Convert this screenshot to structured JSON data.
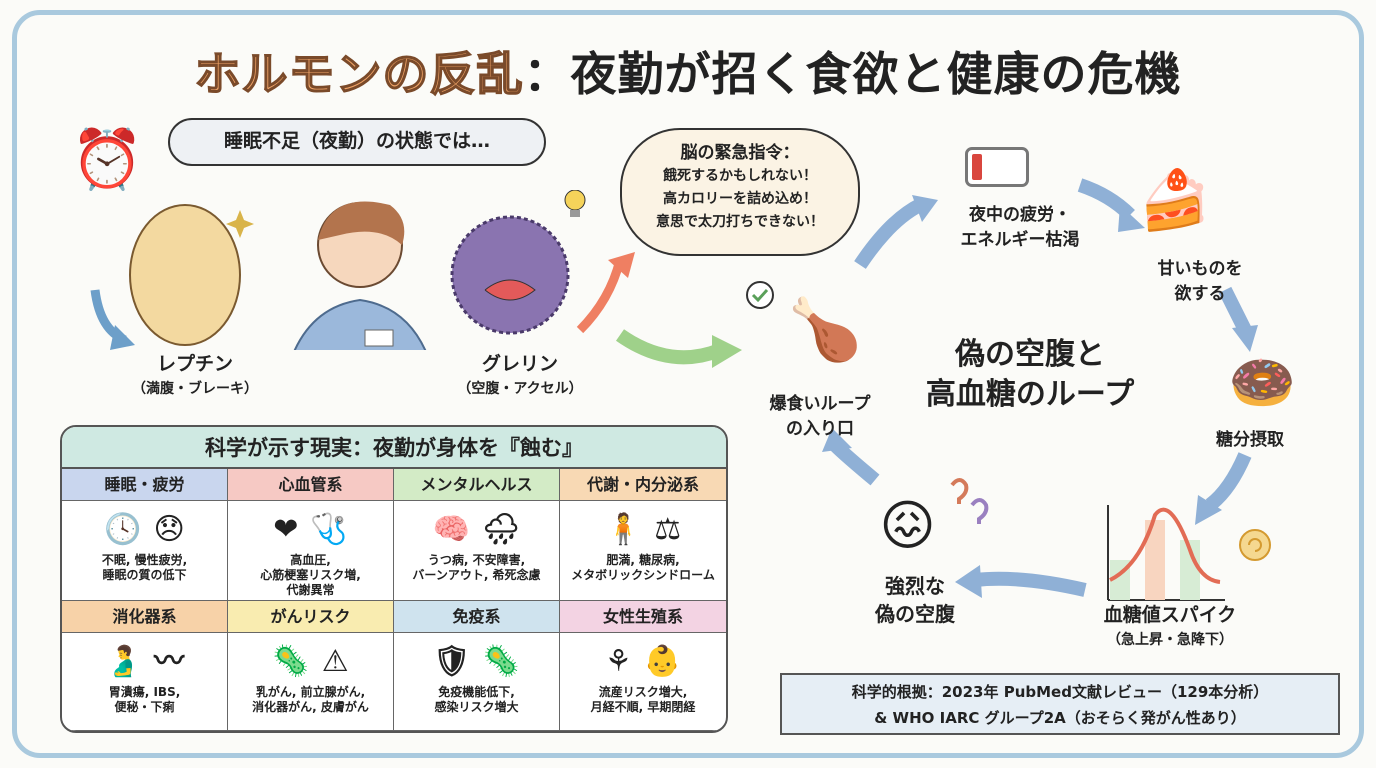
{
  "title": {
    "highlight": "ホルモンの反乱",
    "rest": "：夜勤が招く食欲と健康の危機"
  },
  "intro_bubble": "睡眠不足（夜勤）の状態では…",
  "leptin": {
    "name": "レプチン",
    "desc": "（満腹・ブレーキ）"
  },
  "ghrelin": {
    "name": "グレリン",
    "desc": "（空腹・アクセル）"
  },
  "brain_bubble": {
    "title": "脳の緊急指令：",
    "lines": [
      "餓死するかもしれない！",
      "高カロリーを詰め込め！",
      "意思で太刀打ちできない！"
    ]
  },
  "loop": {
    "center": [
      "偽の空腹と",
      "高血糖のループ"
    ],
    "steps": [
      {
        "lines": [
          "爆食いループ",
          "の入り口"
        ]
      },
      {
        "lines": [
          "夜中の疲労・",
          "エネルギー枯渇"
        ]
      },
      {
        "lines": [
          "甘いものを",
          "欲する"
        ]
      },
      {
        "lines": [
          "糖分摂取"
        ]
      },
      {
        "lines": [
          "血糖値スパイク",
          "（急上昇・急降下）"
        ]
      },
      {
        "lines": [
          "強烈な",
          "偽の空腹"
        ]
      }
    ]
  },
  "table": {
    "title": "科学が示す現実：夜勤が身体を『蝕む』",
    "cells": [
      {
        "header": "睡眠・疲労",
        "color": "#c9d6ee",
        "icons": [
          "clock-icon",
          "tired-face-icon"
        ],
        "lines": [
          "不眠, 慢性疲労,",
          "睡眠の質の低下"
        ]
      },
      {
        "header": "心血管系",
        "color": "#f6c9c4",
        "icons": [
          "heart-icon",
          "blood-pressure-monitor-icon"
        ],
        "lines": [
          "高血圧,",
          "心筋梗塞リスク増,",
          "代謝異常"
        ]
      },
      {
        "header": "メンタルヘルス",
        "color": "#d3ebc6",
        "icons": [
          "brain-icon",
          "rain-cloud-icon"
        ],
        "lines": [
          "うつ病, 不安障害,",
          "バーンアウト, 希死念慮"
        ]
      },
      {
        "header": "代謝・内分泌系",
        "color": "#f8d9b4",
        "icons": [
          "body-icon",
          "scale-icon"
        ],
        "lines": [
          "肥満, 糖尿病,",
          "メタボリックシンドローム"
        ]
      },
      {
        "header": "消化器系",
        "color": "#f7d2a8",
        "icons": [
          "stomach-icon",
          "intestine-icon"
        ],
        "lines": [
          "胃潰瘍, IBS,",
          "便秘・下痢"
        ]
      },
      {
        "header": "がんリスク",
        "color": "#f9ecb0",
        "icons": [
          "cancer-cell-icon",
          "warning-icon"
        ],
        "lines": [
          "乳がん, 前立腺がん,",
          "消化器がん, 皮膚がん"
        ]
      },
      {
        "header": "免疫系",
        "color": "#cfe3ee",
        "icons": [
          "shield-check-icon",
          "virus-icon"
        ],
        "lines": [
          "免疫機能低下,",
          "感染リスク増大"
        ]
      },
      {
        "header": "女性生殖系",
        "color": "#f3d3e3",
        "icons": [
          "uterus-icon",
          "fetus-icon"
        ],
        "lines": [
          "流産リスク増大,",
          "月経不順, 早期閉経"
        ]
      }
    ]
  },
  "evidence": [
    "科学的根拠：2023年 PubMed文献レビュー（129本分析）",
    "& WHO IARC グループ2A（おそらく発がん性あり）"
  ]
}
